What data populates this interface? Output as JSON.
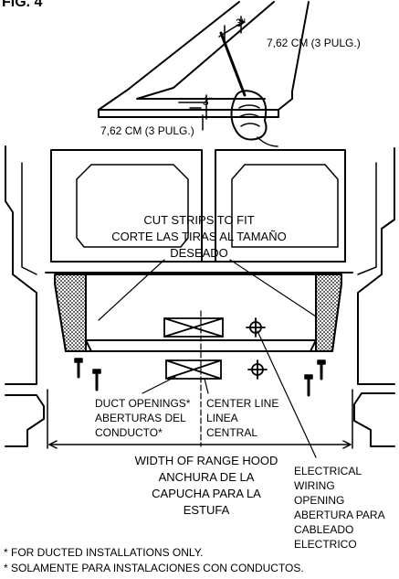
{
  "header": {
    "fig_label": "FIG. 4"
  },
  "labels": {
    "dim_top_inch": "3\"",
    "dim_top_cm": "7,62 CM (3 PULG.)",
    "dim_mid_inch": "3\"",
    "dim_mid_cm": "7,62 CM (3 PULG.)",
    "cut_strips_en": "CUT STRIPS TO FIT",
    "cut_strips_es_1": "CORTE LAS TIRAS AL TAMAÑO",
    "cut_strips_es_2": "DESEADO",
    "duct_en": "DUCT OPENINGS*",
    "duct_es_1": "ABERTURAS DEL",
    "duct_es_2": "CONDUCTO*",
    "center_en": "CENTER LINE",
    "center_es_1": "LINEA",
    "center_es_2": "CENTRAL",
    "width_en": "WIDTH OF RANGE HOOD",
    "width_es_1": "ANCHURA DE LA",
    "width_es_2": "CAPUCHA PARA LA",
    "width_es_3": "ESTUFA",
    "elec_en_1": "ELECTRICAL",
    "elec_en_2": "WIRING",
    "elec_en_3": "OPENING",
    "elec_es_1": "ABERTURA PARA",
    "elec_es_2": "CABLEADO",
    "elec_es_3": "ELECTRICO"
  },
  "footnotes": {
    "en": "* FOR DUCTED INSTALLATIONS ONLY.",
    "es": "* SOLAMENTE PARA INSTALACIONES CON CONDUCTOS."
  }
}
